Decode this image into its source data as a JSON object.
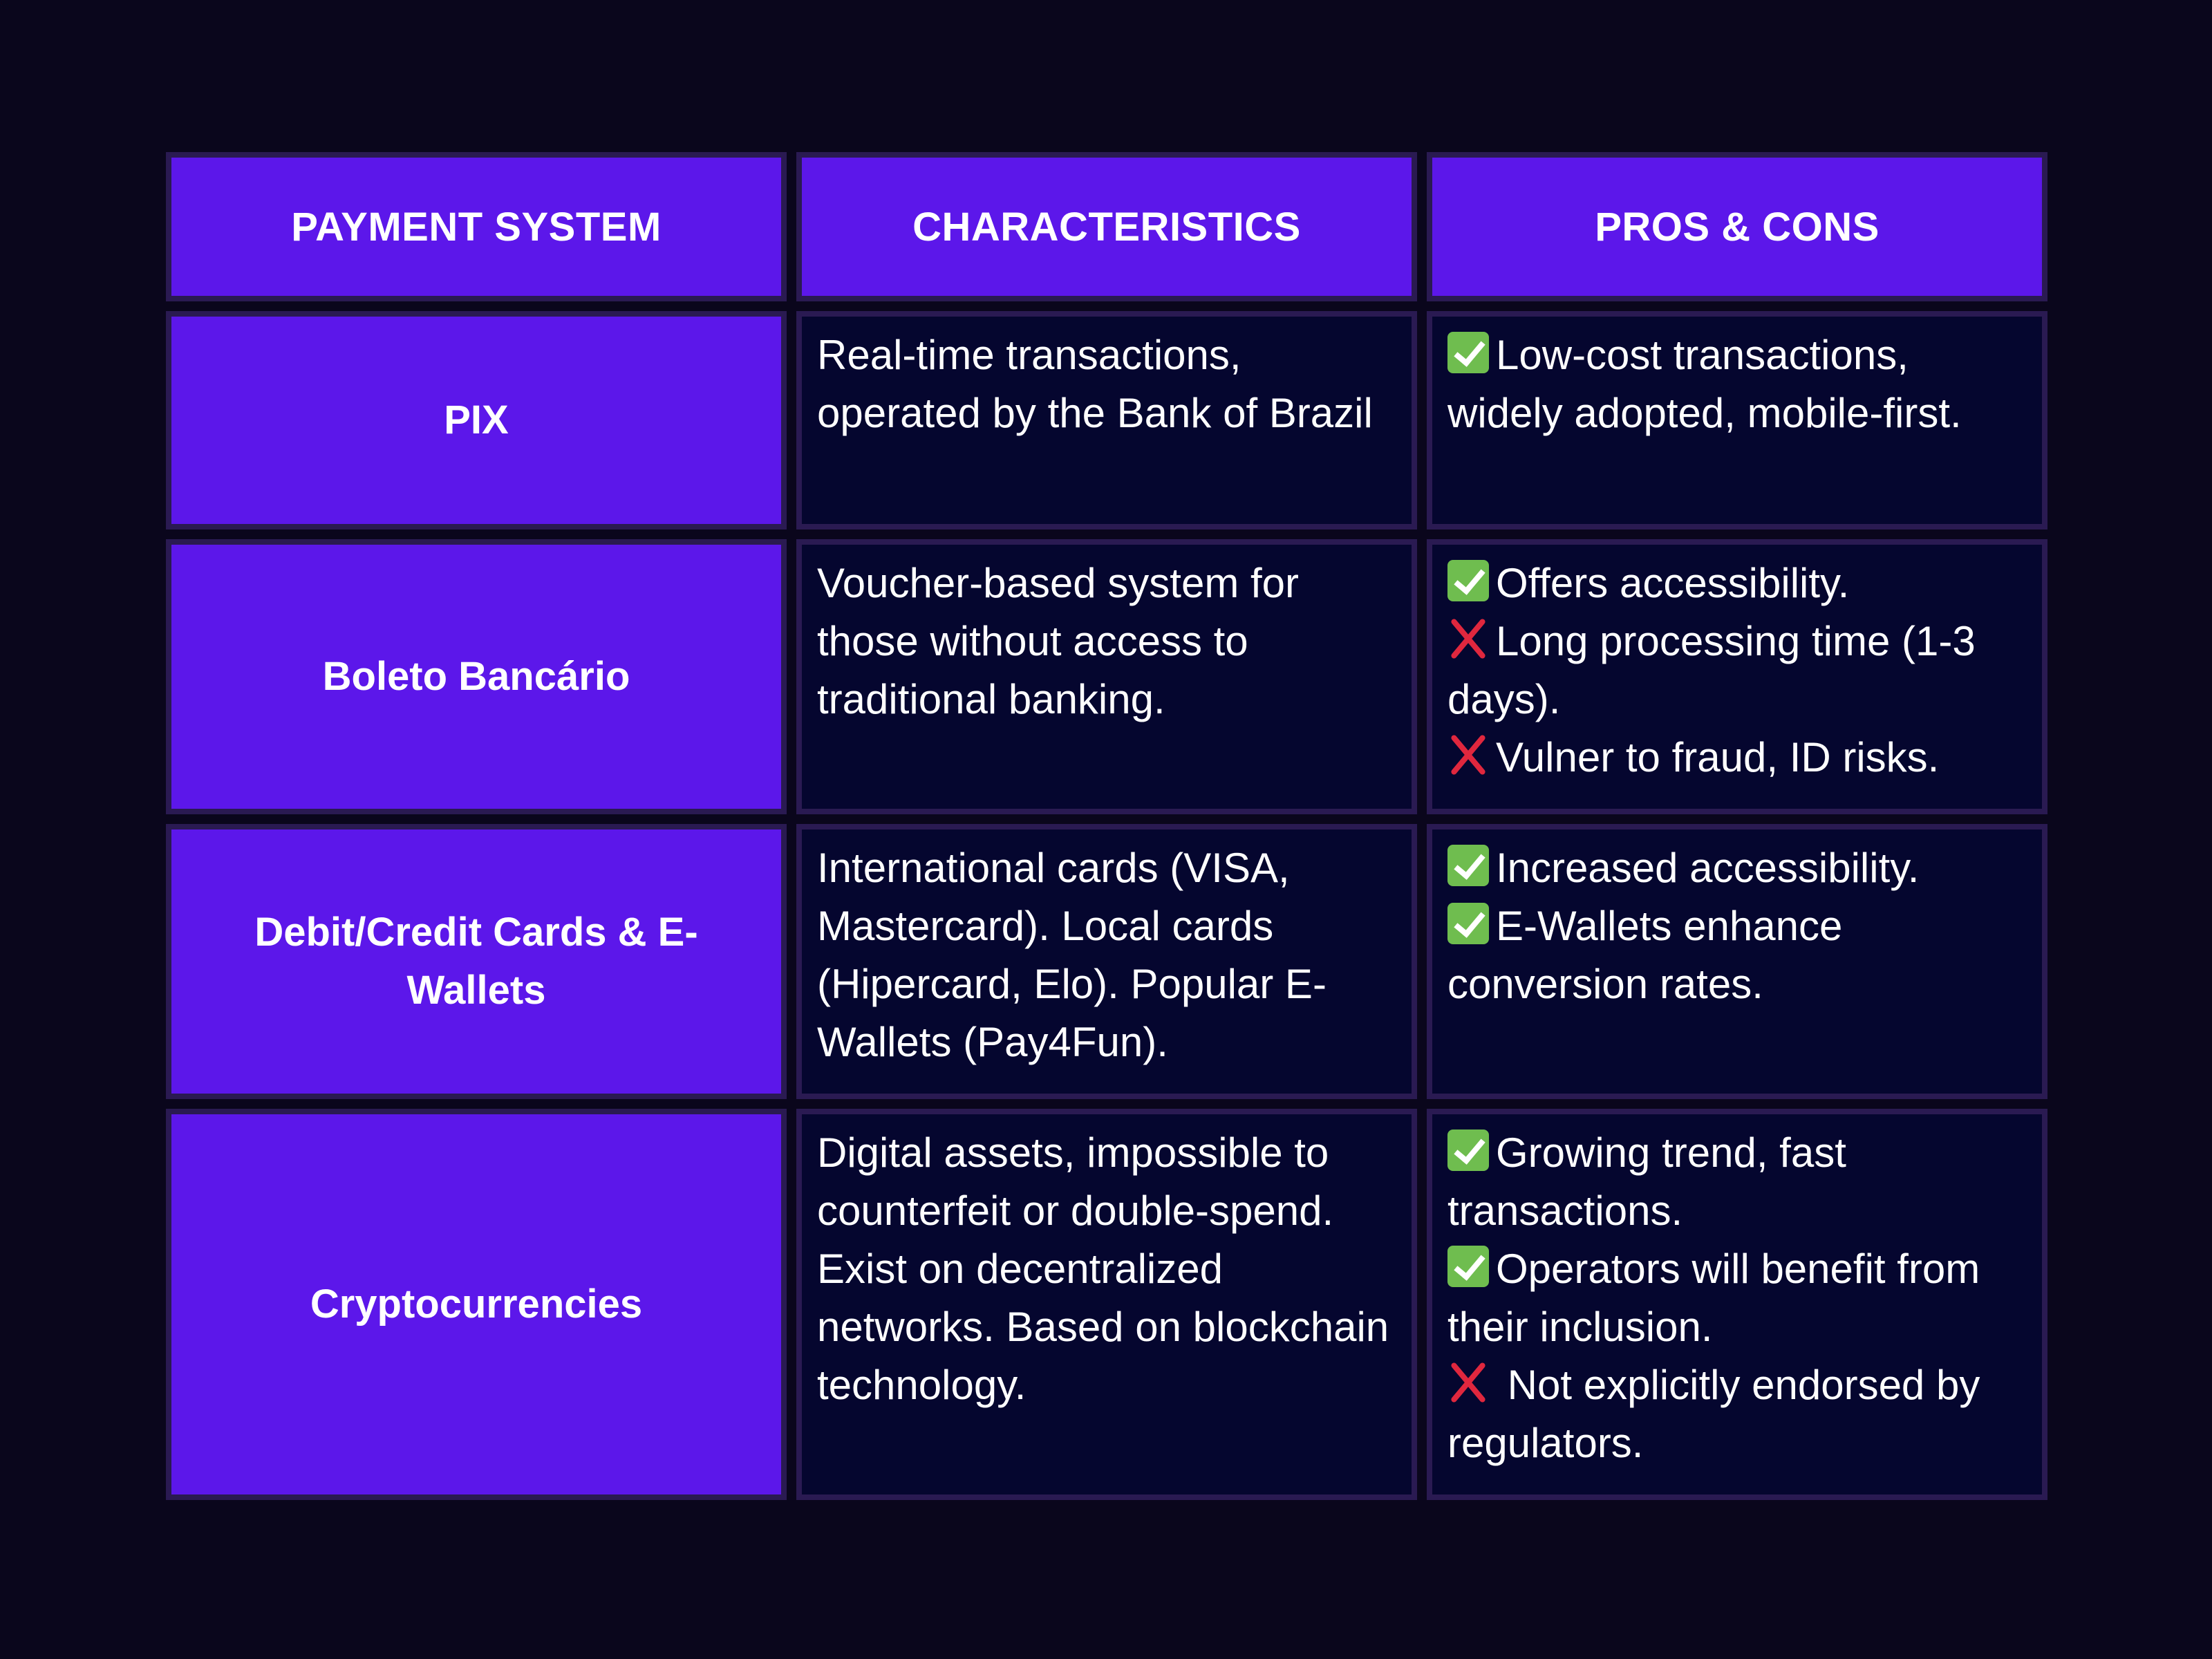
{
  "table": {
    "headers": [
      "PAYMENT SYSTEM",
      "CHARACTERISTICS",
      "PROS & CONS"
    ],
    "rows": [
      {
        "system": "PIX",
        "characteristics": "Real-time transactions, operated by the Bank of Brazil",
        "pros_cons": [
          {
            "type": "pro",
            "icon": "check-icon",
            "text": "Low-cost transactions, widely adopted, mobile-first."
          }
        ]
      },
      {
        "system": "Boleto Bancário",
        "characteristics": "Voucher-based system for those without access to traditional banking.",
        "pros_cons": [
          {
            "type": "pro",
            "icon": "check-icon",
            "text": "Offers accessibility."
          },
          {
            "type": "con",
            "icon": "cross-icon",
            "text": "Long processing time (1-3 days)."
          },
          {
            "type": "con",
            "icon": "cross-icon",
            "text": "Vulner to fraud, ID risks."
          }
        ]
      },
      {
        "system": "Debit/Credit Cards & E-Wallets",
        "characteristics": "International cards (VISA, Mastercard). Local cards (Hipercard, Elo). Popular E-Wallets (Pay4Fun).",
        "pros_cons": [
          {
            "type": "pro",
            "icon": "check-icon",
            "text": "Increased accessibility."
          },
          {
            "type": "pro",
            "icon": "check-icon",
            "text": "E-Wallets enhance conversion rates."
          }
        ]
      },
      {
        "system": "Cryptocurrencies",
        "characteristics": "Digital assets, impossible to counterfeit or double-spend. Exist on decentralized networks. Based on blockchain technology.",
        "pros_cons": [
          {
            "type": "pro",
            "icon": "check-icon",
            "text": "Growing trend, fast transactions."
          },
          {
            "type": "pro",
            "icon": "check-icon",
            "text": "Operators will benefit from their inclusion."
          },
          {
            "type": "con",
            "icon": "cross-icon",
            "text": " Not explicitly endorsed by regulators."
          }
        ]
      }
    ]
  },
  "colors": {
    "background": "#0a061c",
    "header_fill": "#5c17ea",
    "cell_fill": "#05062f",
    "border": "#2a1a52",
    "check": "#6fbd4f",
    "cross": "#e0273e"
  }
}
